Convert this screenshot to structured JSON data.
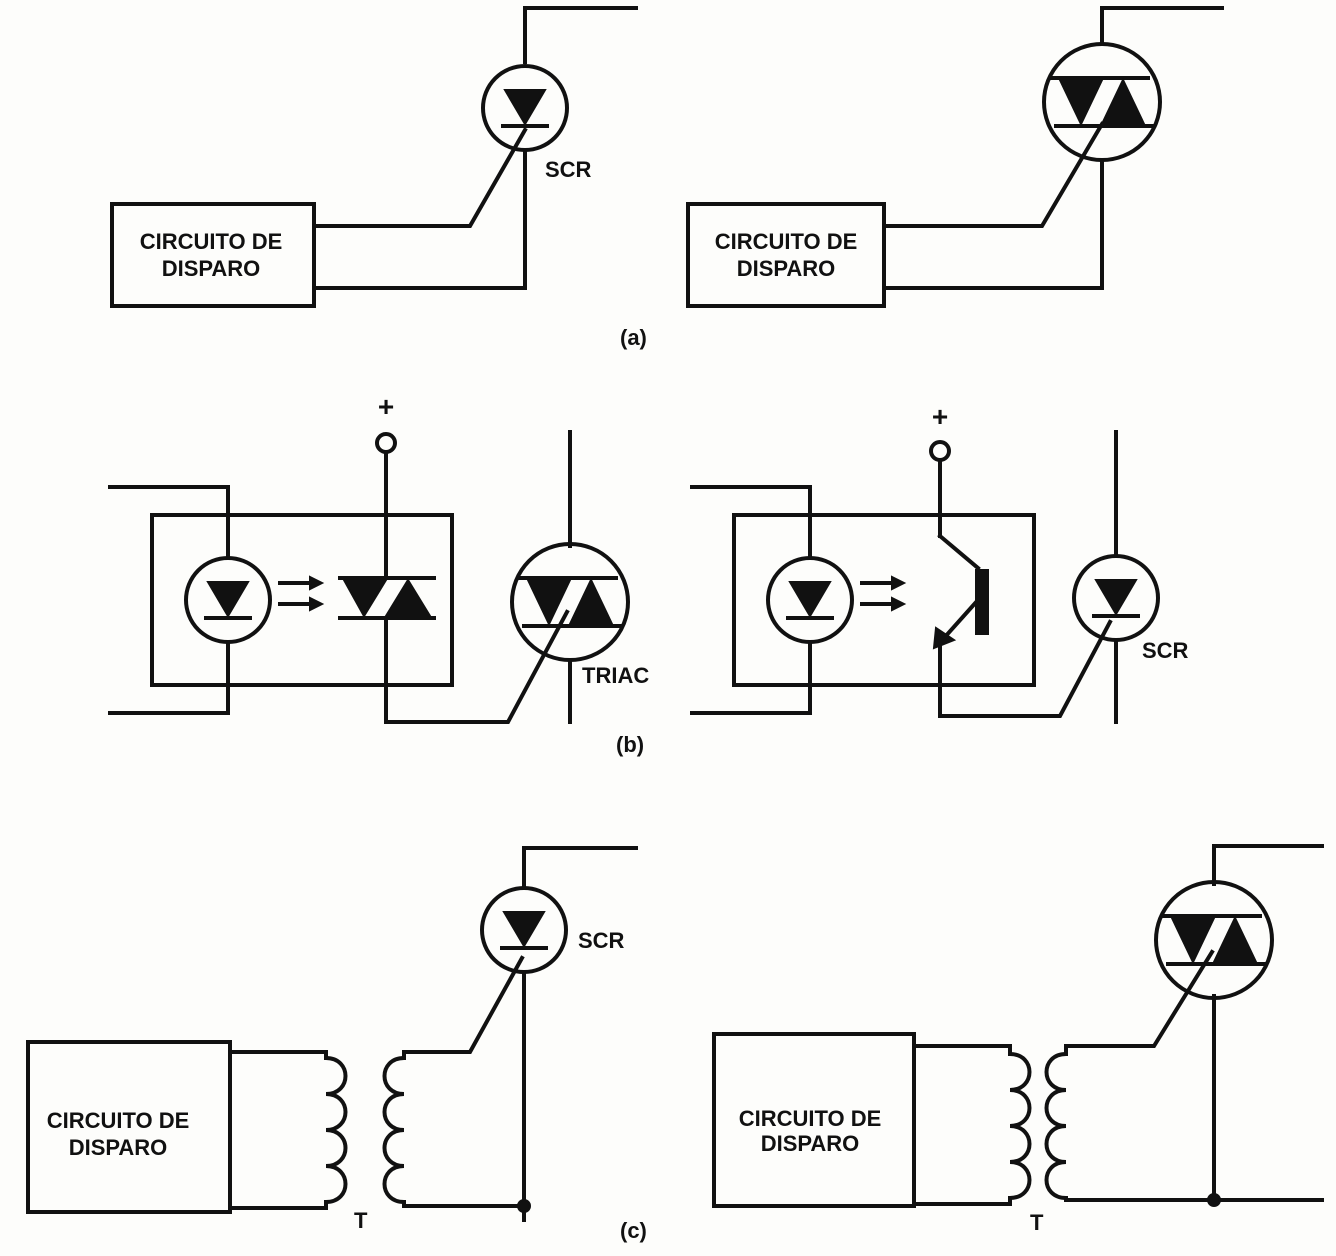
{
  "figure": {
    "panels": {
      "a": {
        "label": "(a)",
        "left": {
          "box": [
            "CIRCUITO DE",
            "DISPARO"
          ],
          "device": "SCR"
        },
        "right": {
          "box": [
            "CIRCUITO DE",
            "DISPARO"
          ]
        }
      },
      "b": {
        "label": "(b)",
        "left": {
          "supply": "+",
          "device": "TRIAC"
        },
        "right": {
          "supply": "+",
          "device": "SCR"
        }
      },
      "c": {
        "label": "(c)",
        "left": {
          "box": [
            "CIRCUITO DE",
            "DISPARO"
          ],
          "device": "SCR",
          "transformer": "T"
        },
        "right": {
          "box": [
            "CIRCUITO DE",
            "DISPARO"
          ],
          "transformer": "T"
        }
      }
    }
  }
}
